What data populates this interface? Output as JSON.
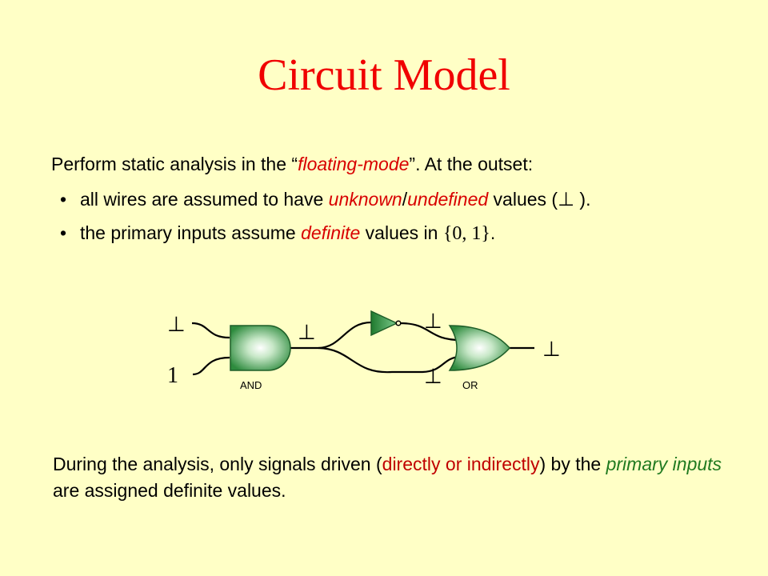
{
  "slide": {
    "title": "Circuit Model",
    "intro": {
      "prefix": "Perform static analysis in the “",
      "mode": "floating-mode",
      "suffix": "”. At the outset:"
    },
    "bullets": [
      {
        "marker": "•",
        "p1": "all wires are assumed to have ",
        "em1": "unknown",
        "sep": "/",
        "em2": "undefined",
        "p2": " values (",
        "symbol": "⊥",
        "p3": " )."
      },
      {
        "marker": "•",
        "p1": "the primary inputs assume ",
        "em1": "definite",
        "p2": " values in ",
        "set": "{0, 1}",
        "p3": "."
      }
    ],
    "summary": {
      "p1": "During the analysis, only signals driven (",
      "highlight": "directly or indirectly",
      "p2": ") by the ",
      "em": "primary inputs",
      "p3": " are assigned definite values."
    }
  },
  "circuit": {
    "gates": [
      {
        "label": "AND"
      },
      {
        "label": "OR"
      }
    ],
    "wire_values": {
      "input_a": "⊥",
      "input_b": "1",
      "and_out": "⊥",
      "not_out": "⊥",
      "or_in_b": "⊥",
      "or_out": "⊥"
    }
  }
}
